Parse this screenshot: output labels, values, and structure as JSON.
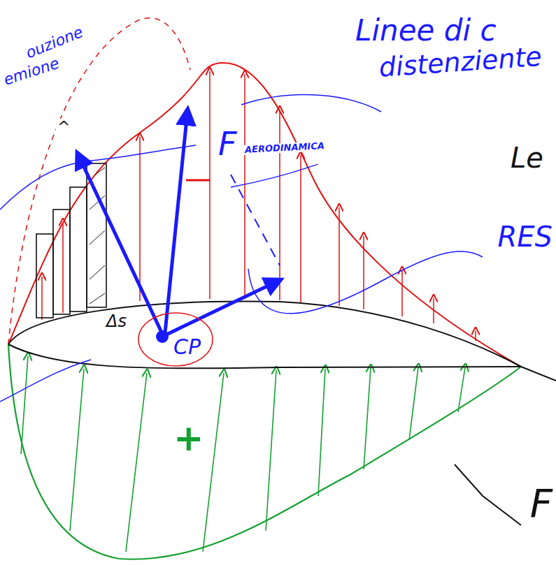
{
  "diagram": {
    "nodes": [
      {
        "text": [
          "CP"
        ]
      }
    ],
    "labels": [
      "Linee di c",
      "distenziente",
      "ouzione",
      "emione",
      "^",
      "F",
      "AERODINAMICA",
      "Δs",
      "+",
      "Le",
      "RES",
      "F"
    ]
  }
}
